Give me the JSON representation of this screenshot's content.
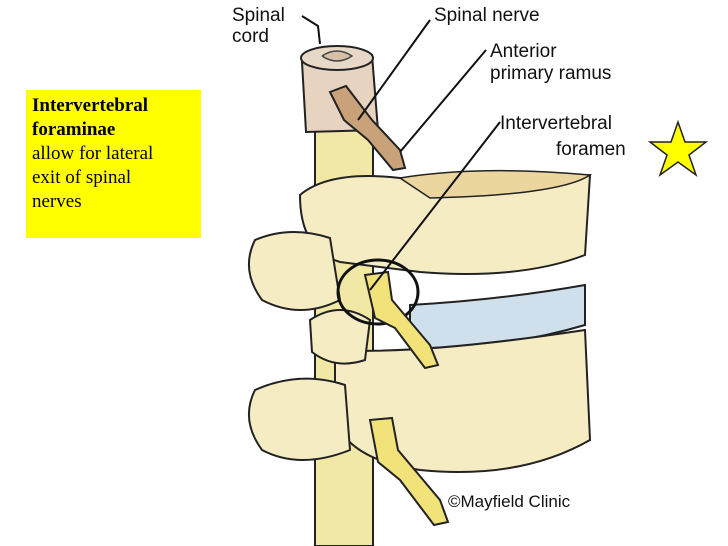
{
  "callout": {
    "title_line1": "Intervertebral",
    "title_line2": "foraminae",
    "body_line1": "allow for lateral",
    "body_line2": "exit of spinal",
    "body_line3": "nerves"
  },
  "labels": {
    "spinal_cord_1": "Spinal",
    "spinal_cord_2": "cord",
    "spinal_nerve": "Spinal nerve",
    "anterior_1": "Anterior",
    "anterior_2": "primary ramus",
    "foramen_1": "Intervertebral",
    "foramen_2": "foramen"
  },
  "credit": "©Mayfield Clinic",
  "colors": {
    "callout_bg": "#ffff00",
    "bone": "#f6ecc4",
    "bone_shadow": "#e2c98a",
    "nerve": "#f2e27a",
    "disc": "#cfe0ec",
    "star": "#ffff00"
  },
  "icons": {
    "star": "star-icon"
  }
}
